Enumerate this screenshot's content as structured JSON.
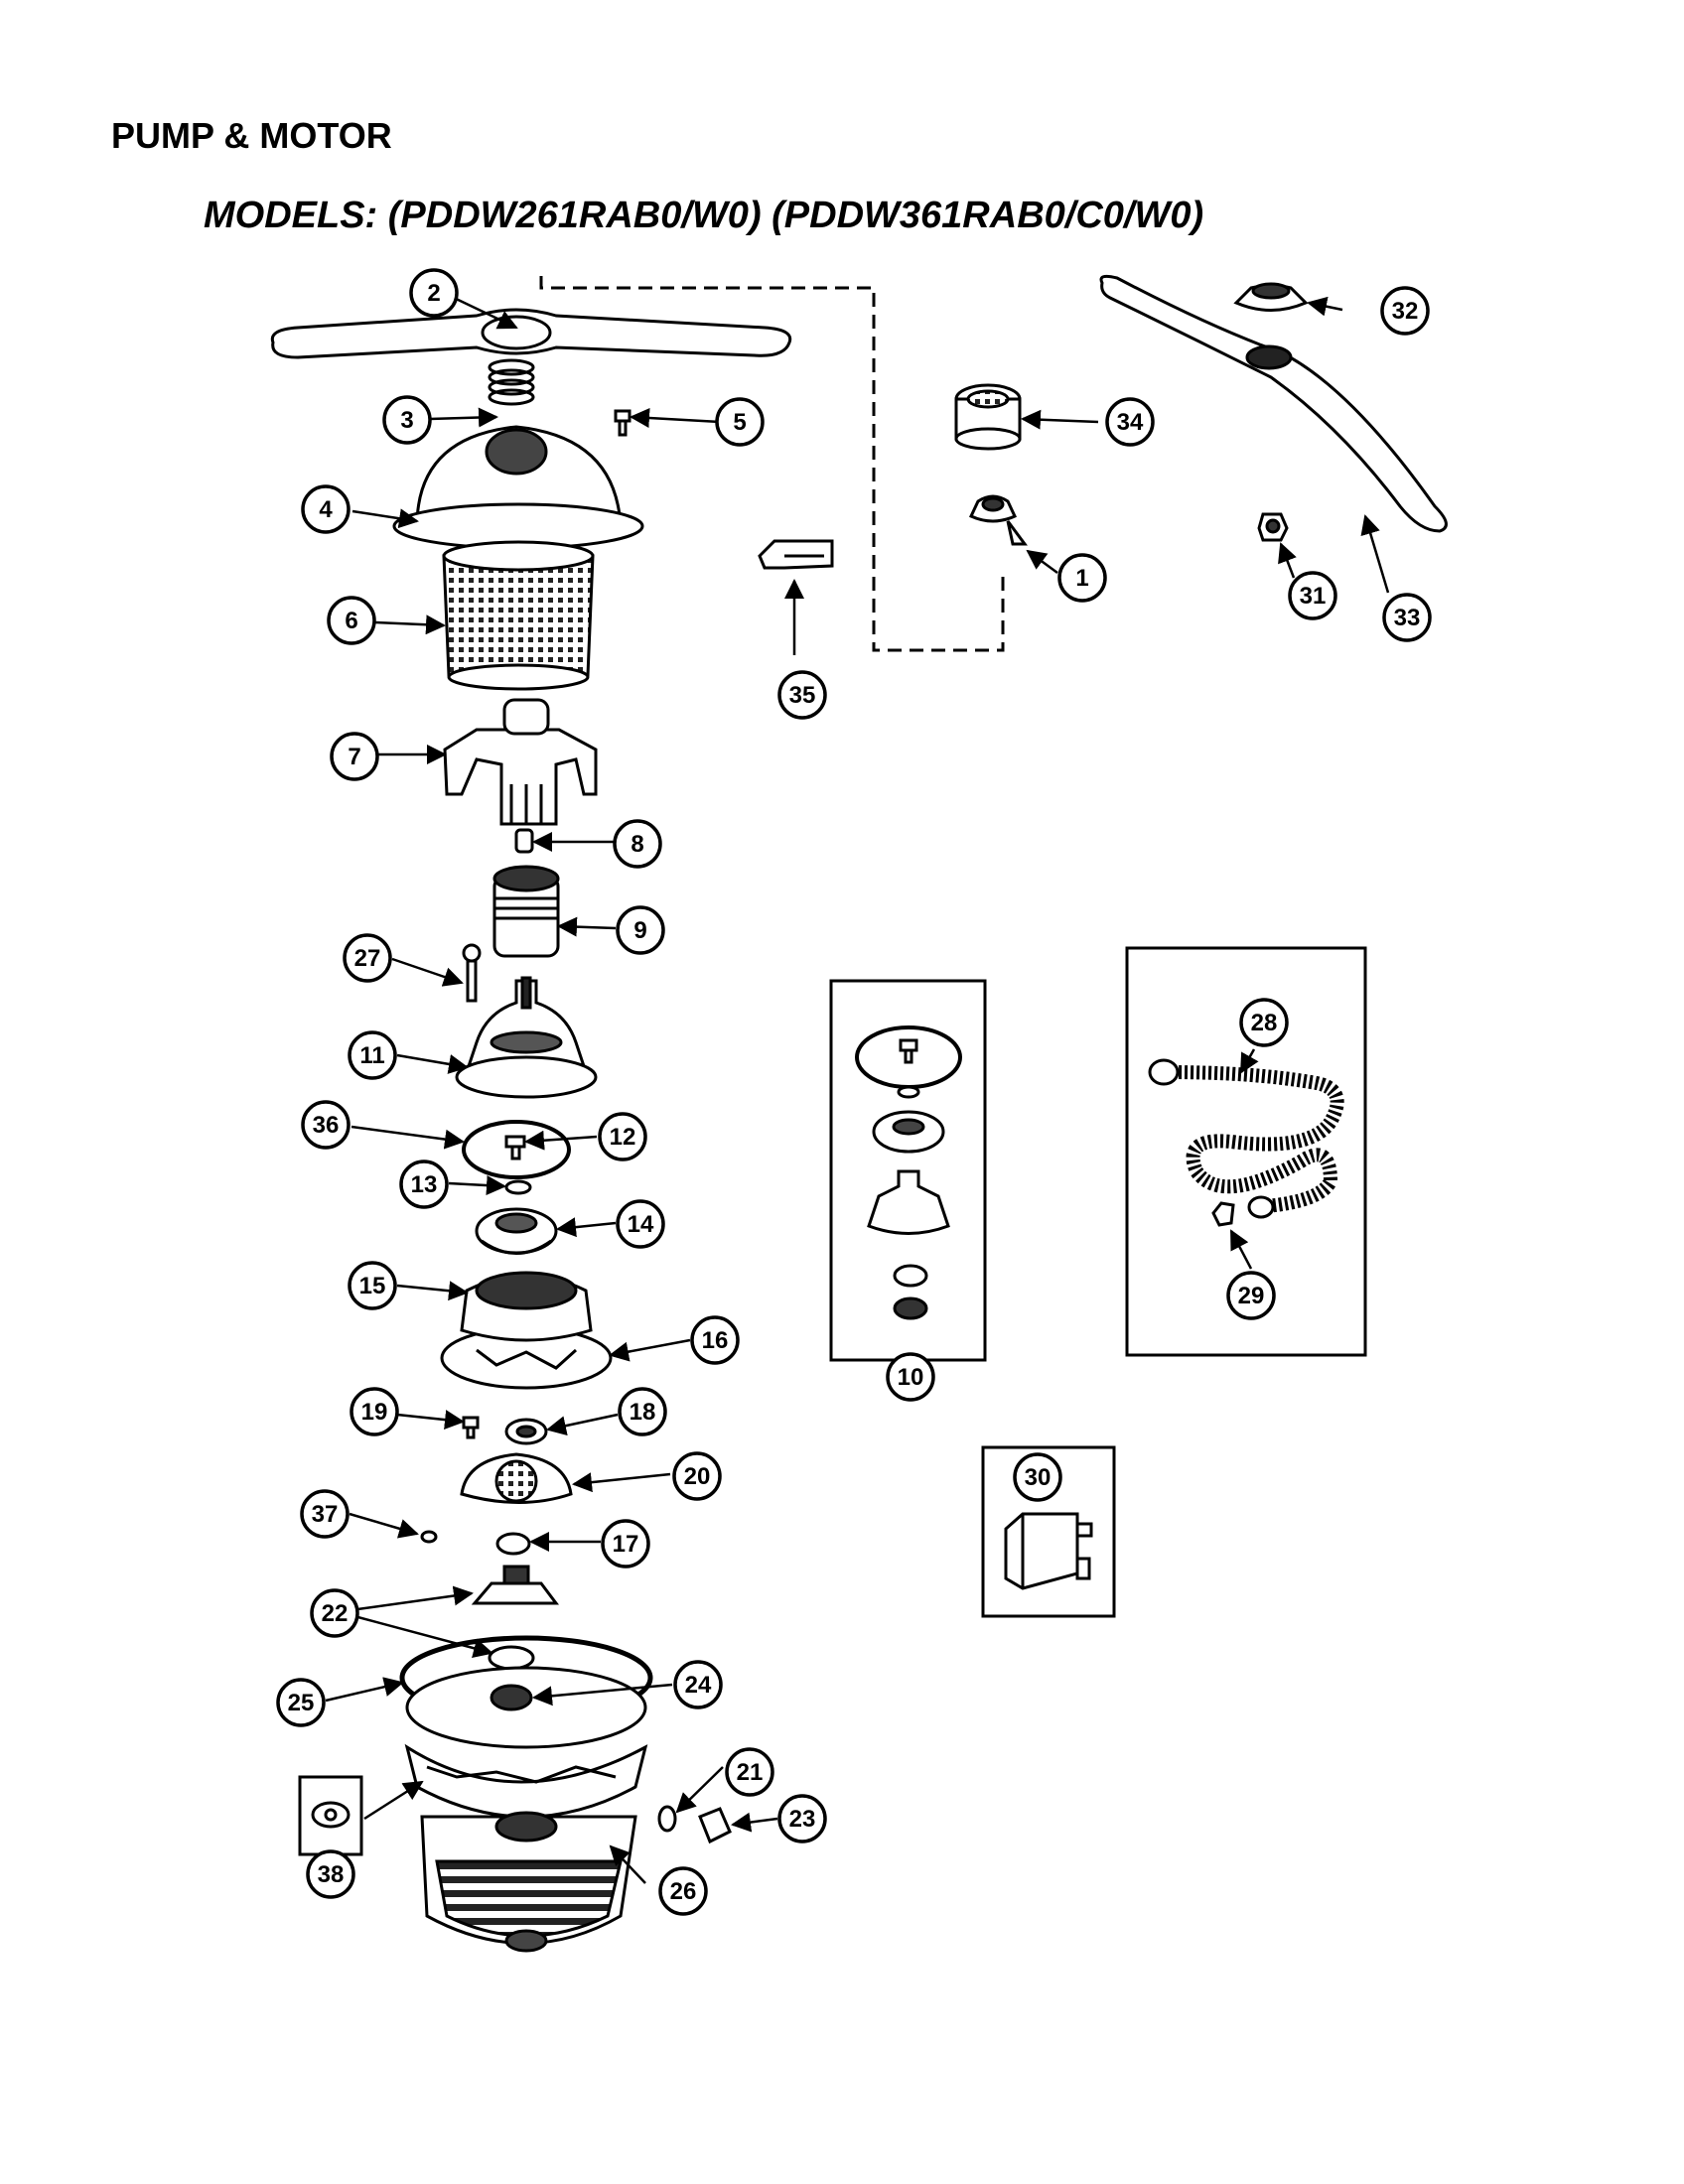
{
  "title": "PUMP & MOTOR",
  "subtitle": "MODELS: (PDDW261RAB0/W0) (PDDW361RAB0/C0/W0)",
  "callouts": [
    "1",
    "2",
    "3",
    "4",
    "5",
    "6",
    "7",
    "8",
    "9",
    "10",
    "11",
    "12",
    "13",
    "14",
    "15",
    "16",
    "17",
    "18",
    "19",
    "20",
    "21",
    "22",
    "23",
    "24",
    "25",
    "26",
    "27",
    "28",
    "29",
    "30",
    "31",
    "32",
    "33",
    "34",
    "35",
    "36",
    "37",
    "38"
  ]
}
